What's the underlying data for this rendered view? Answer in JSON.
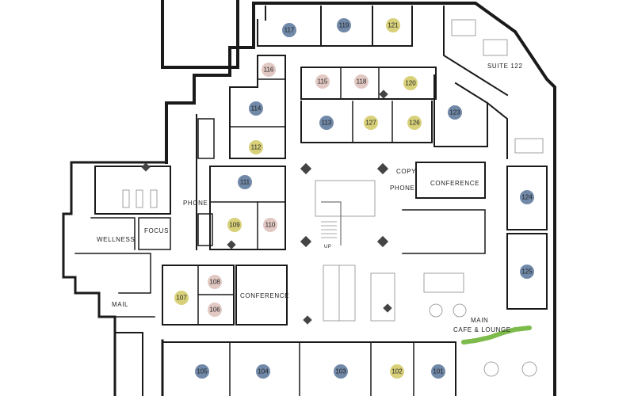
{
  "labels": {
    "suite": "SUITE 122",
    "copy": "COPY",
    "phone_right": "PHONE",
    "phone_left": "PHONE",
    "conference_top": "CONFERENCE",
    "conference_bottom": "CONFERENCE",
    "wellness": "WELLNESS",
    "focus": "FOCUS",
    "mail": "MAIL",
    "cafe_main": "MAIN",
    "cafe": "CAFE & LOUNGE",
    "up": "UP"
  },
  "colors": {
    "blue": "#7189a8",
    "yellow": "#d8d17a",
    "pink": "#e2c8c3",
    "green": "#7dbb4c"
  },
  "rooms": [
    {
      "num": "117",
      "color": "blue"
    },
    {
      "num": "119",
      "color": "blue"
    },
    {
      "num": "121",
      "color": "yellow"
    },
    {
      "num": "116",
      "color": "pink"
    },
    {
      "num": "115",
      "color": "pink"
    },
    {
      "num": "118",
      "color": "pink"
    },
    {
      "num": "120",
      "color": "yellow"
    },
    {
      "num": "114",
      "color": "blue"
    },
    {
      "num": "113",
      "color": "blue"
    },
    {
      "num": "127",
      "color": "yellow"
    },
    {
      "num": "126",
      "color": "yellow"
    },
    {
      "num": "123",
      "color": "blue"
    },
    {
      "num": "112",
      "color": "yellow"
    },
    {
      "num": "111",
      "color": "blue"
    },
    {
      "num": "109",
      "color": "yellow"
    },
    {
      "num": "110",
      "color": "pink"
    },
    {
      "num": "124",
      "color": "blue"
    },
    {
      "num": "125",
      "color": "blue"
    },
    {
      "num": "108",
      "color": "pink"
    },
    {
      "num": "107",
      "color": "yellow"
    },
    {
      "num": "106",
      "color": "pink"
    },
    {
      "num": "105",
      "color": "blue"
    },
    {
      "num": "104",
      "color": "blue"
    },
    {
      "num": "103",
      "color": "blue"
    },
    {
      "num": "102",
      "color": "yellow"
    },
    {
      "num": "101",
      "color": "blue"
    }
  ]
}
